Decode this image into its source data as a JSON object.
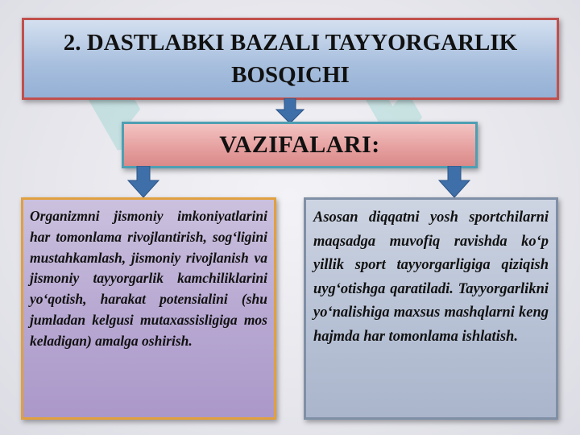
{
  "title": "2. DASTLABKI BAZALI TAYYORGARLIK BOSQICHI",
  "subtitle": "VAZIFALARI:",
  "left_text": "Organizmni jismoniy imkoniyatlarini har tomonlama rivojlantirish, sog‘ligini mustahkamlash, jismoniy rivojlanish va jismoniy tayyorgarlik kamchiliklarini yo‘qotish, harakat potensialini (shu jumladan kelgusi mutaxassisligiga mos keladigan) amalga oshirish.",
  "right_text": "Asosan diqqatni yosh sportchilarni maqsadga muvofiq ravishda ko‘p yillik sport tayyorgarligiga qiziqish uyg‘otishga qaratiladi. Tayyorgarlikni yo‘nalishiga maxsus mashqlarni keng hajmda har tomonlama ishlatish.",
  "colors": {
    "title_border": "#c0504d",
    "title_fill": "#a9c0de",
    "subtitle_border": "#4f9fb3",
    "subtitle_fill": "#e6a1a0",
    "left_border": "#e0a040",
    "left_fill": "#b8a9d2",
    "right_border": "#7f8fa6",
    "right_fill": "#b9c3d6",
    "arrow": "#3f6fa8"
  },
  "icons": [
    "down-arrow-icon",
    "watermark-logo-icon"
  ]
}
